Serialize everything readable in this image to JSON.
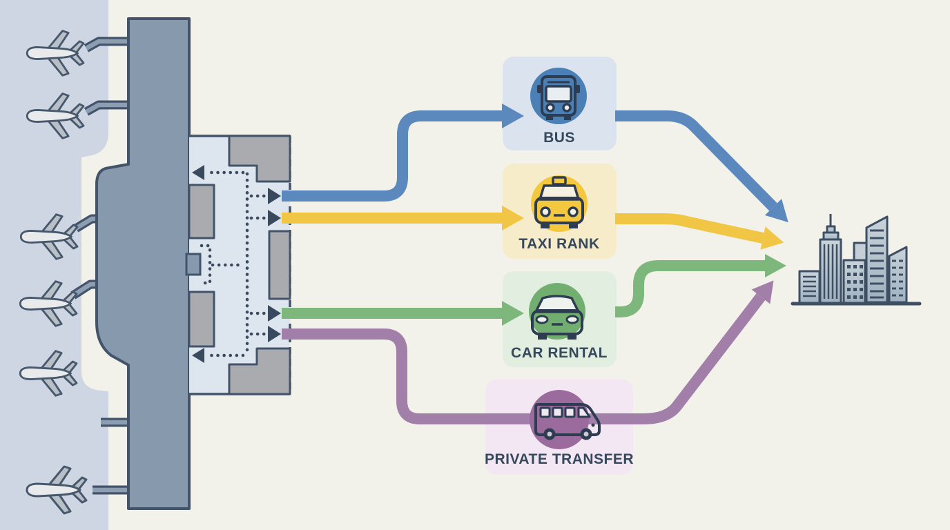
{
  "scene": {
    "background_color": "#f2f1ea",
    "apron_color": "#cdd6e2",
    "terminal_color": "#8799ad",
    "outline_color": "#42536a",
    "concourse_color": "#dde5ef",
    "block_color": "#a9abae",
    "dotted_arrow_color": "#3a4a5e",
    "airplane_count": 6,
    "label_color": "#36485c"
  },
  "options": [
    {
      "id": "bus",
      "label": "BUS",
      "icon": "bus-icon",
      "ribbon_color": "#5b89bd",
      "circle_color": "#4b80b7",
      "card_color": "#dbe3ef"
    },
    {
      "id": "taxi-rank",
      "label": "TAXI RANK",
      "icon": "taxi-icon",
      "ribbon_color": "#f0c644",
      "circle_color": "#f3c83e",
      "card_color": "#f7ecca"
    },
    {
      "id": "car-rental",
      "label": "CAR RENTAL",
      "icon": "car-icon",
      "ribbon_color": "#7db77c",
      "circle_color": "#72ae70",
      "card_color": "#e2efe0"
    },
    {
      "id": "private-transfer",
      "label": "PRIVATE TRANSFER",
      "icon": "van-icon",
      "ribbon_color": "#a17fa8",
      "circle_color": "#9c6b9d",
      "card_color": "#f2e7f2"
    }
  ],
  "city": {
    "icon": "city-skyline-icon",
    "building_color": "#b6c2cd",
    "outline_color": "#3e4f63"
  }
}
